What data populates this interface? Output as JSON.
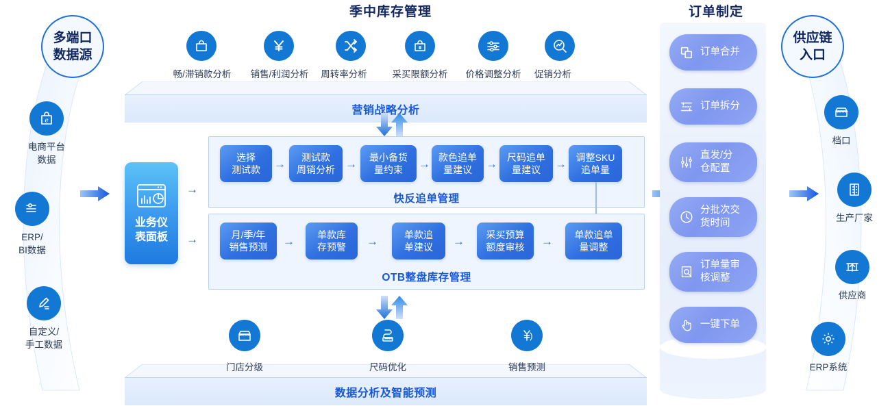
{
  "titles": {
    "mid_season": "季中库存管理",
    "order_making": "订单制定"
  },
  "left": {
    "ring_label": "多端口\n数据源",
    "sources": [
      {
        "label": "电商平台\n数据",
        "icon": "ecommerce-bag-icon"
      },
      {
        "label": "ERP/\nBI数据",
        "icon": "sliders-icon"
      },
      {
        "label": "自定义/\n手工数据",
        "icon": "pencil-edit-icon"
      }
    ]
  },
  "dashboard": {
    "label": "业务仪\n表面板",
    "icon": "dashboard-chart-icon"
  },
  "top_slab": {
    "caption": "营销战略分析",
    "items": [
      {
        "label": "畅/滞销款分析",
        "icon": "handbag-icon"
      },
      {
        "label": "销售/利润分析",
        "icon": "yen-icon"
      },
      {
        "label": "周转率分析",
        "icon": "shuffle-icon"
      },
      {
        "label": "采买限额分析",
        "icon": "lock-bag-icon"
      },
      {
        "label": "价格调整分析",
        "icon": "equalizer-icon"
      },
      {
        "label": "促销分析",
        "icon": "trend-search-icon"
      }
    ]
  },
  "bottom_slab": {
    "caption": "数据分析及智能预测",
    "items": [
      {
        "label": "门店分级",
        "icon": "store-icon"
      },
      {
        "label": "尺码优化",
        "icon": "measuring-tape-icon"
      },
      {
        "label": "销售预测",
        "icon": "yen-forecast-icon"
      }
    ]
  },
  "panel_fast": {
    "caption": "快反追单管理",
    "steps": [
      "选择\n测试款",
      "测试款\n周销分析",
      "最小备货\n量约束",
      "款色追单\n量建议",
      "尺码追单\n量建议",
      "调整SKU\n追单量"
    ],
    "arrow": "→"
  },
  "panel_otb": {
    "caption": "OTB整盘库存管理",
    "steps": [
      "月/季/年\n销售预测",
      "单款库\n存预警",
      "单款追\n单建议",
      "采买预算\n额度审核",
      "单款追单\n量调整"
    ],
    "arrow": "→"
  },
  "orders": {
    "items": [
      {
        "label": "订单合并",
        "icon": "merge-squares-icon"
      },
      {
        "label": "订单拆分",
        "icon": "split-icon"
      },
      {
        "label": "直发/分\n仓配置",
        "icon": "sliders-vertical-icon"
      },
      {
        "label": "分批次交\n货时间",
        "icon": "clock-icon"
      },
      {
        "label": "订单量审\n核调整",
        "icon": "review-search-icon"
      },
      {
        "label": "一键下单",
        "icon": "click-hand-icon"
      }
    ]
  },
  "right": {
    "ring_label": "供应链\n入口",
    "nodes": [
      {
        "label": "档口",
        "icon": "storefront-icon"
      },
      {
        "label": "生产厂家",
        "icon": "factory-building-icon"
      },
      {
        "label": "供应商",
        "icon": "upload-box-icon"
      },
      {
        "label": "ERP系统",
        "icon": "gear-icon"
      }
    ]
  },
  "colors": {
    "brand_blue": "#1278d4",
    "chip_blue": "#2f6fe0",
    "caption_blue": "#1757d8",
    "title_navy": "#11265e",
    "pill_violet": "#8fa5f3",
    "panel_bg": "#eef5ff",
    "slab_bg": "#e7f0fd"
  }
}
